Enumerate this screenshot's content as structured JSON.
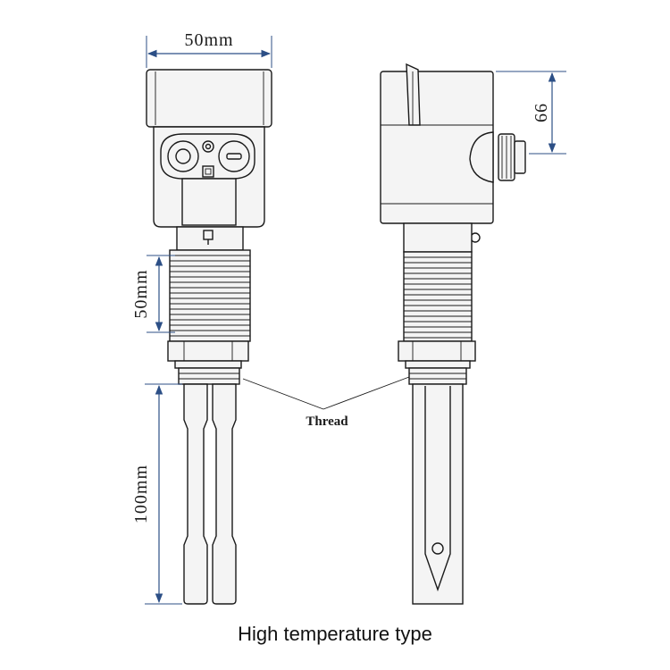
{
  "diagram": {
    "caption": "High temperature type",
    "dimensions": {
      "housing_width": "50mm",
      "housing_height": "66",
      "neck_length": "50mm",
      "fork_length": "100mm"
    },
    "callout": "Thread",
    "colors": {
      "dimension_line": "#2c4f86",
      "drawing_line": "#1a1a1a",
      "body_fill": "#f4f4f4"
    }
  }
}
